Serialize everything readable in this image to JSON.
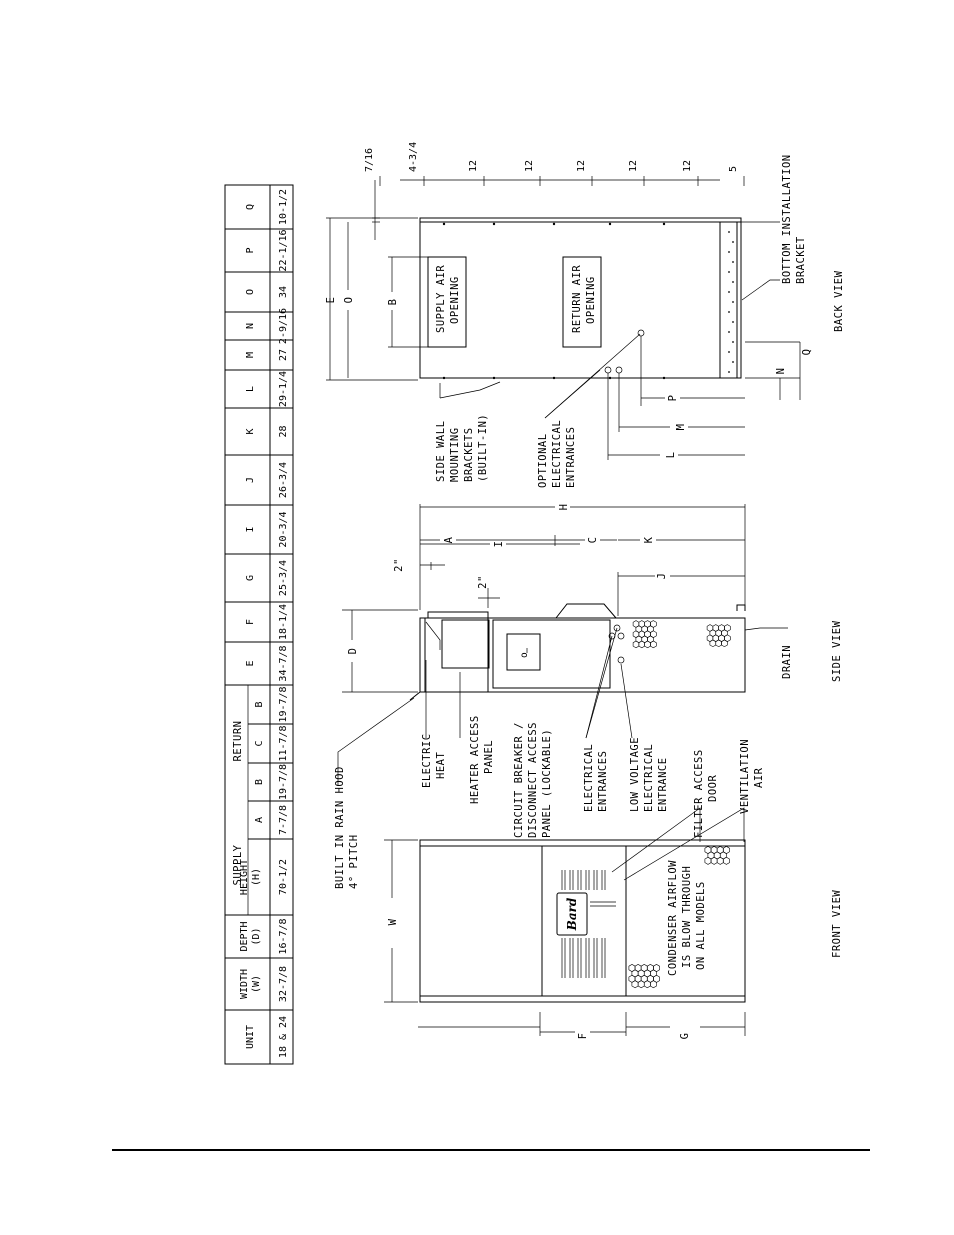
{
  "table": {
    "headers": [
      "UNIT",
      "WIDTH (W)",
      "DEPTH (D)",
      "HEIGHT (H)",
      "A",
      "B",
      "C",
      "B",
      "E",
      "F",
      "G",
      "I",
      "J",
      "K",
      "L",
      "M",
      "N",
      "O",
      "P",
      "Q"
    ],
    "groups": {
      "supply": "SUPPLY",
      "return": "RETURN"
    },
    "row": [
      "18 & 24",
      "32-7/8",
      "16-7/8",
      "70-1/2",
      "7-7/8",
      "19-7/8",
      "11-7/8",
      "19-7/8",
      "34-7/8",
      "18-1/4",
      "25-3/4",
      "20-3/4",
      "26-3/4",
      "28",
      "29-1/4",
      "27",
      "2-9/16",
      "34",
      "22-1/16",
      "10-1/2"
    ]
  },
  "front_view": {
    "title": "FRONT VIEW",
    "dims": {
      "w": "W",
      "f": "F",
      "g": "G"
    },
    "logo": "Bard",
    "note": [
      "CONDENSER AIRFLOW",
      "IS BLOW THROUGH",
      "ON ALL MODELS"
    ]
  },
  "side_view": {
    "title": "SIDE VIEW",
    "dims": {
      "d": "D",
      "h": "H",
      "a": "A",
      "i": "I",
      "c": "C",
      "k": "K",
      "j": "J",
      "two_a": "2\"",
      "two_b": "2\""
    },
    "labels": {
      "rain_hood": [
        "BUILT IN RAIN HOOD",
        "4° PITCH"
      ],
      "electric_heat": [
        "ELECTRIC",
        "HEAT"
      ],
      "heater_panel": [
        "HEATER ACCESS",
        "PANEL"
      ],
      "breaker": [
        "CIRCUIT BREAKER /",
        "DISCONNECT ACCESS",
        "PANEL (LOCKABLE)"
      ],
      "entrances": [
        "ELECTRICAL",
        "ENTRANCES"
      ],
      "low_voltage": [
        "LOW VOLTAGE",
        "ELECTRICAL",
        "ENTRANCE"
      ],
      "filter": [
        "FILTER ACCESS",
        "DOOR"
      ],
      "ventilation": [
        "VENTILATION",
        "AIR"
      ],
      "drain": "DRAIN"
    }
  },
  "back_view": {
    "title": "BACK VIEW",
    "dims": {
      "e": "E",
      "o": "O",
      "b": "B",
      "n": "N",
      "q": "Q",
      "p": "P",
      "m": "M",
      "l": "L"
    },
    "labels": {
      "supply": [
        "SUPPLY AIR",
        "OPENING"
      ],
      "return": [
        "RETURN AIR",
        "OPENING"
      ],
      "side_wall": [
        "SIDE WALL",
        "MOUNTING",
        "BRACKETS",
        "(BUILT-IN)"
      ],
      "optional": [
        "OPTIONAL",
        "ELECTRICAL",
        "ENTRANCES"
      ],
      "bottom": [
        "BOTTOM INSTALLATION",
        "BRACKET"
      ]
    },
    "spacing": [
      "7/16",
      "4-3/4",
      "12",
      "12",
      "12",
      "12",
      "12",
      "5"
    ]
  }
}
